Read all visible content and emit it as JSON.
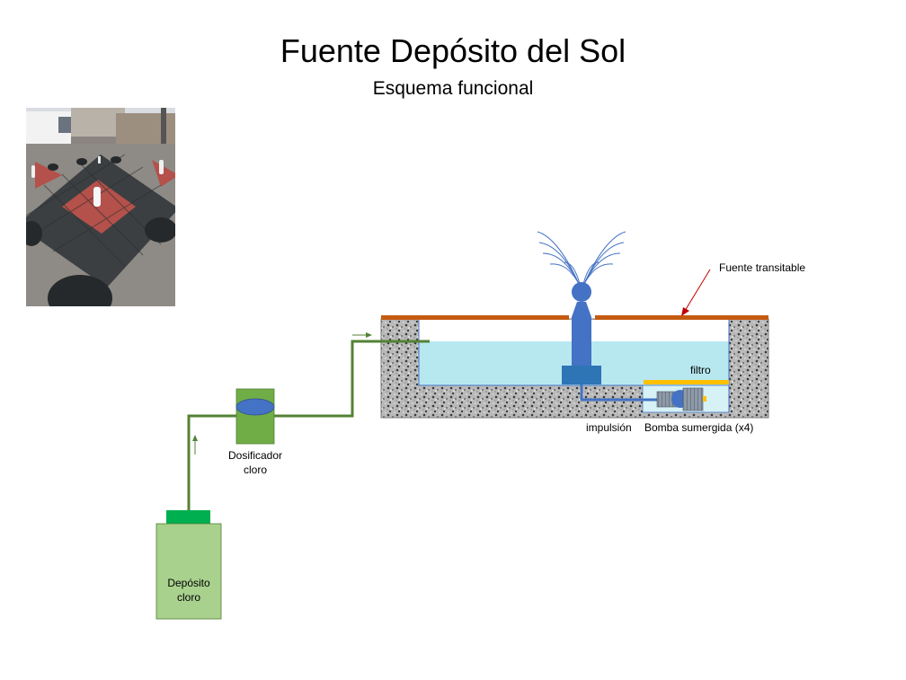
{
  "header": {
    "title": "Fuente Depósito del Sol",
    "subtitle": "Esquema funcional"
  },
  "labels": {
    "fuente_transitable": "Fuente transitable",
    "filtro": "filtro",
    "impulsion": "impulsión",
    "bomba": "Bomba sumergida (x4)",
    "dosificador_line1": "Dosificador",
    "dosificador_line2": "cloro",
    "deposito_line1": "Depósito",
    "deposito_line2": "cloro"
  },
  "colors": {
    "pipe_green": "#548235",
    "water": "#b7e8f0",
    "deck_brown": "#c55a11",
    "fountain_blue": "#4472c4",
    "nozzle_base": "#2e75b6",
    "filter_yellow": "#ffc000",
    "doser_green": "#70ad47",
    "tank_green": "#a9d18e",
    "tank_cap": "#00b050",
    "arrow_red": "#c00000"
  },
  "icons": {
    "photo": "fountain-photo",
    "pump": "submersible-pump-icon",
    "nozzle": "fountain-nozzle-icon"
  }
}
